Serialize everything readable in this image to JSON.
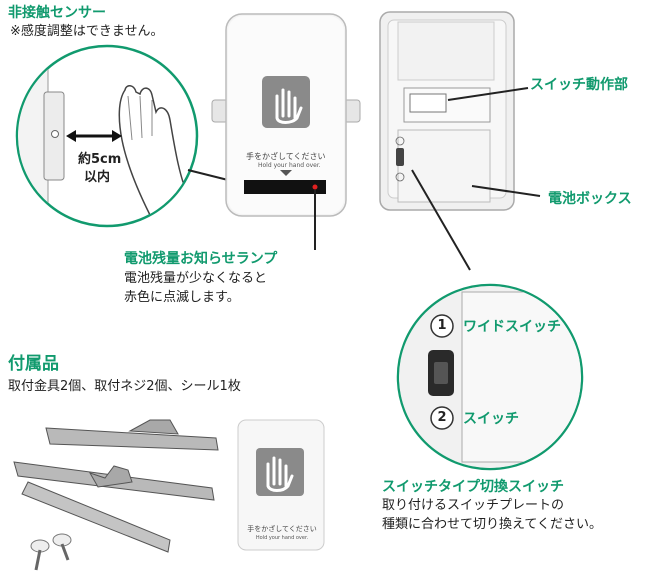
{
  "sensor": {
    "title": "非接触センサー",
    "note": "※感度調整はできません。",
    "distance": "約5cm",
    "distance_sub": "以内"
  },
  "device_label": "手をかざしてください",
  "device_label_en": "Hold your hand over.",
  "battery_lamp": {
    "title": "電池残量お知らせランプ",
    "desc_line1": "電池残量が少なくなると",
    "desc_line2": "赤色に点滅します。"
  },
  "callouts": {
    "switch_action": "スイッチ動作部",
    "battery_box": "電池ボックス"
  },
  "switch_type": {
    "num1": "1",
    "num2": "2",
    "option1": "ワイドスイッチ",
    "option2": "スイッチ",
    "title": "スイッチタイプ切換スイッチ",
    "desc_line1": "取り付けるスイッチプレートの",
    "desc_line2": "種類に合わせて切り換えてください。"
  },
  "accessories": {
    "title": "付属品",
    "desc": "取付金具2個、取付ネジ2個、シール1枚"
  },
  "colors": {
    "accent": "#119a6e",
    "lamp": "#e02020",
    "device": "#f2f2f2"
  }
}
